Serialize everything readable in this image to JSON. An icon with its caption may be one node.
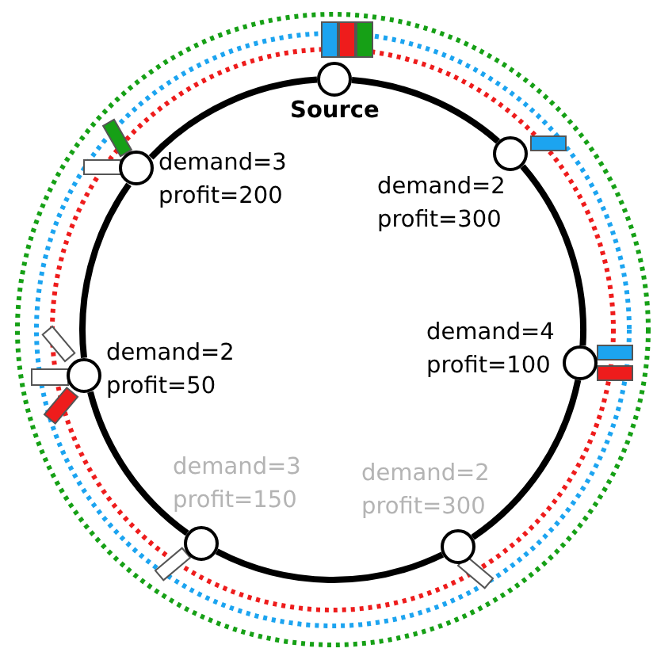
{
  "diagram": {
    "nodes": [
      {
        "text": [
          "Source"
        ]
      },
      {
        "text": [
          "demand=3 profit=200"
        ]
      },
      {
        "text": [
          "demand=2 profit=300"
        ]
      },
      {
        "text": [
          "demand=4 profit=100"
        ]
      },
      {
        "text": [
          "demand=2 profit=50"
        ]
      },
      {
        "text": [
          "demand=3 profit=150"
        ]
      },
      {
        "text": [
          "demand=2 profit=300"
        ]
      }
    ],
    "edges": [
      {
        "from": 0,
        "to": 2,
        "arrow": "none"
      },
      {
        "from": 2,
        "to": 3,
        "arrow": "none"
      },
      {
        "from": 3,
        "to": 6,
        "arrow": "none"
      },
      {
        "from": 6,
        "to": 5,
        "arrow": "none"
      },
      {
        "from": 5,
        "to": 4,
        "arrow": "none"
      },
      {
        "from": 4,
        "to": 1,
        "arrow": "none"
      },
      {
        "from": 1,
        "to": 0,
        "arrow": "none"
      }
    ]
  }
}
